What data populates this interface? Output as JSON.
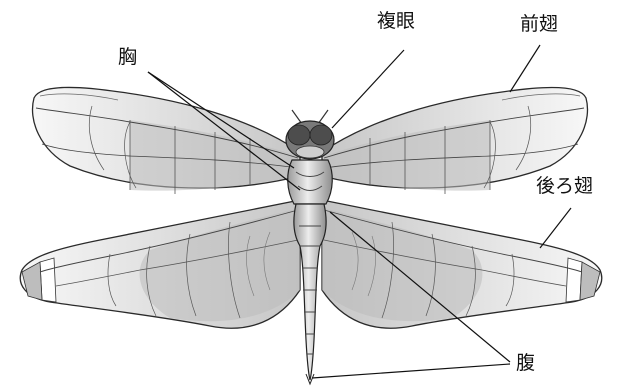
{
  "labels": {
    "compound_eye": "複眼",
    "forewing": "前翅",
    "thorax": "胸",
    "hindwing": "後ろ翅",
    "abdomen": "腹"
  },
  "colors": {
    "ink": "#222222",
    "wing_shade": "#b8b8b8",
    "wing_light": "#ececec",
    "body_shade": "#c4c4c4",
    "eye_dark": "#555555",
    "leader_line": "#111111"
  }
}
